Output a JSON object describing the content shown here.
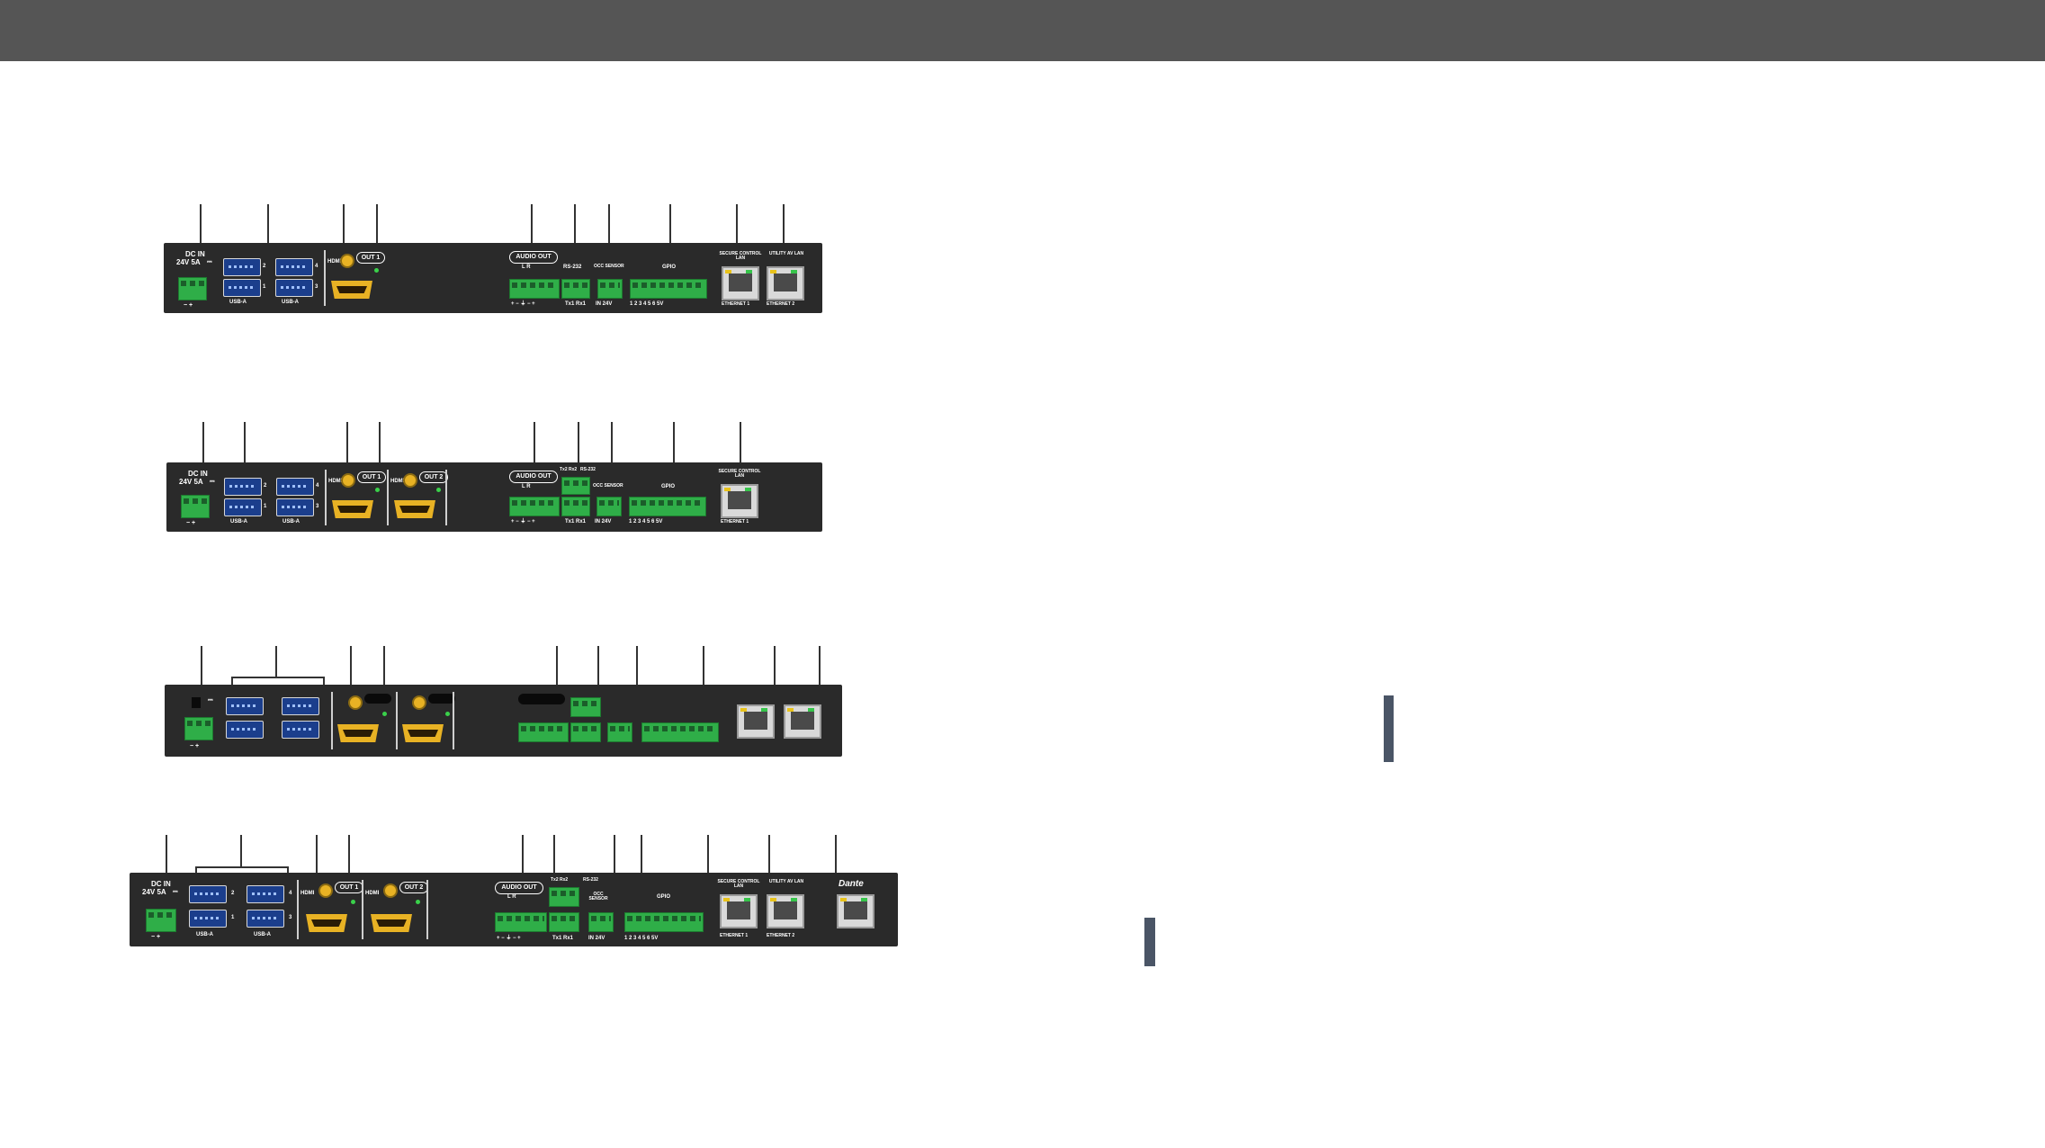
{
  "labels": {
    "dc_in": "DC IN",
    "dc_volt": "24V 5A",
    "dc_symbol": "⎓",
    "dc_polarity": "−  +",
    "usb_a": "USB-A",
    "usb_num_2": "2",
    "usb_num_1": "1",
    "usb_num_4": "4",
    "usb_num_3": "3",
    "hdmi": "HDMI",
    "out_1": "OUT 1",
    "out_2": "OUT 2",
    "audio_out": "AUDIO OUT",
    "audio_lr": "L      R",
    "audio_pins": "+ −  ⏚  −  +",
    "rs232": "RS-232",
    "tx1_rx1": "Tx1 Rx1",
    "tx2_rx2": "Tx2 Rx2",
    "occ_sensor": "OCC SENSOR",
    "in_24v": "IN  24V",
    "gpio": "GPIO",
    "gpio_pins": "1  2  3  4  5  6  5V",
    "secure_control_lan": "SECURE CONTROL LAN",
    "utility_av_lan": "UTILITY AV LAN",
    "ethernet_1": "ETHERNET 1",
    "ethernet_2": "ETHERNET 2",
    "dante": "Dante"
  },
  "colors": {
    "header_bar": "#555555",
    "panel": "#2a2a2a",
    "terminal_green": "#2fae48",
    "hdmi_gold": "#e8b224",
    "usb_blue": "#1b3e8c",
    "accent_bar": "#4a5566"
  },
  "icons": [
    "dc-power-terminal-icon",
    "usb-a-port-icon",
    "hdmi-port-icon",
    "wifi-antenna-connector-icon",
    "terminal-block-icon",
    "rj45-port-icon",
    "dante-logo-icon"
  ]
}
